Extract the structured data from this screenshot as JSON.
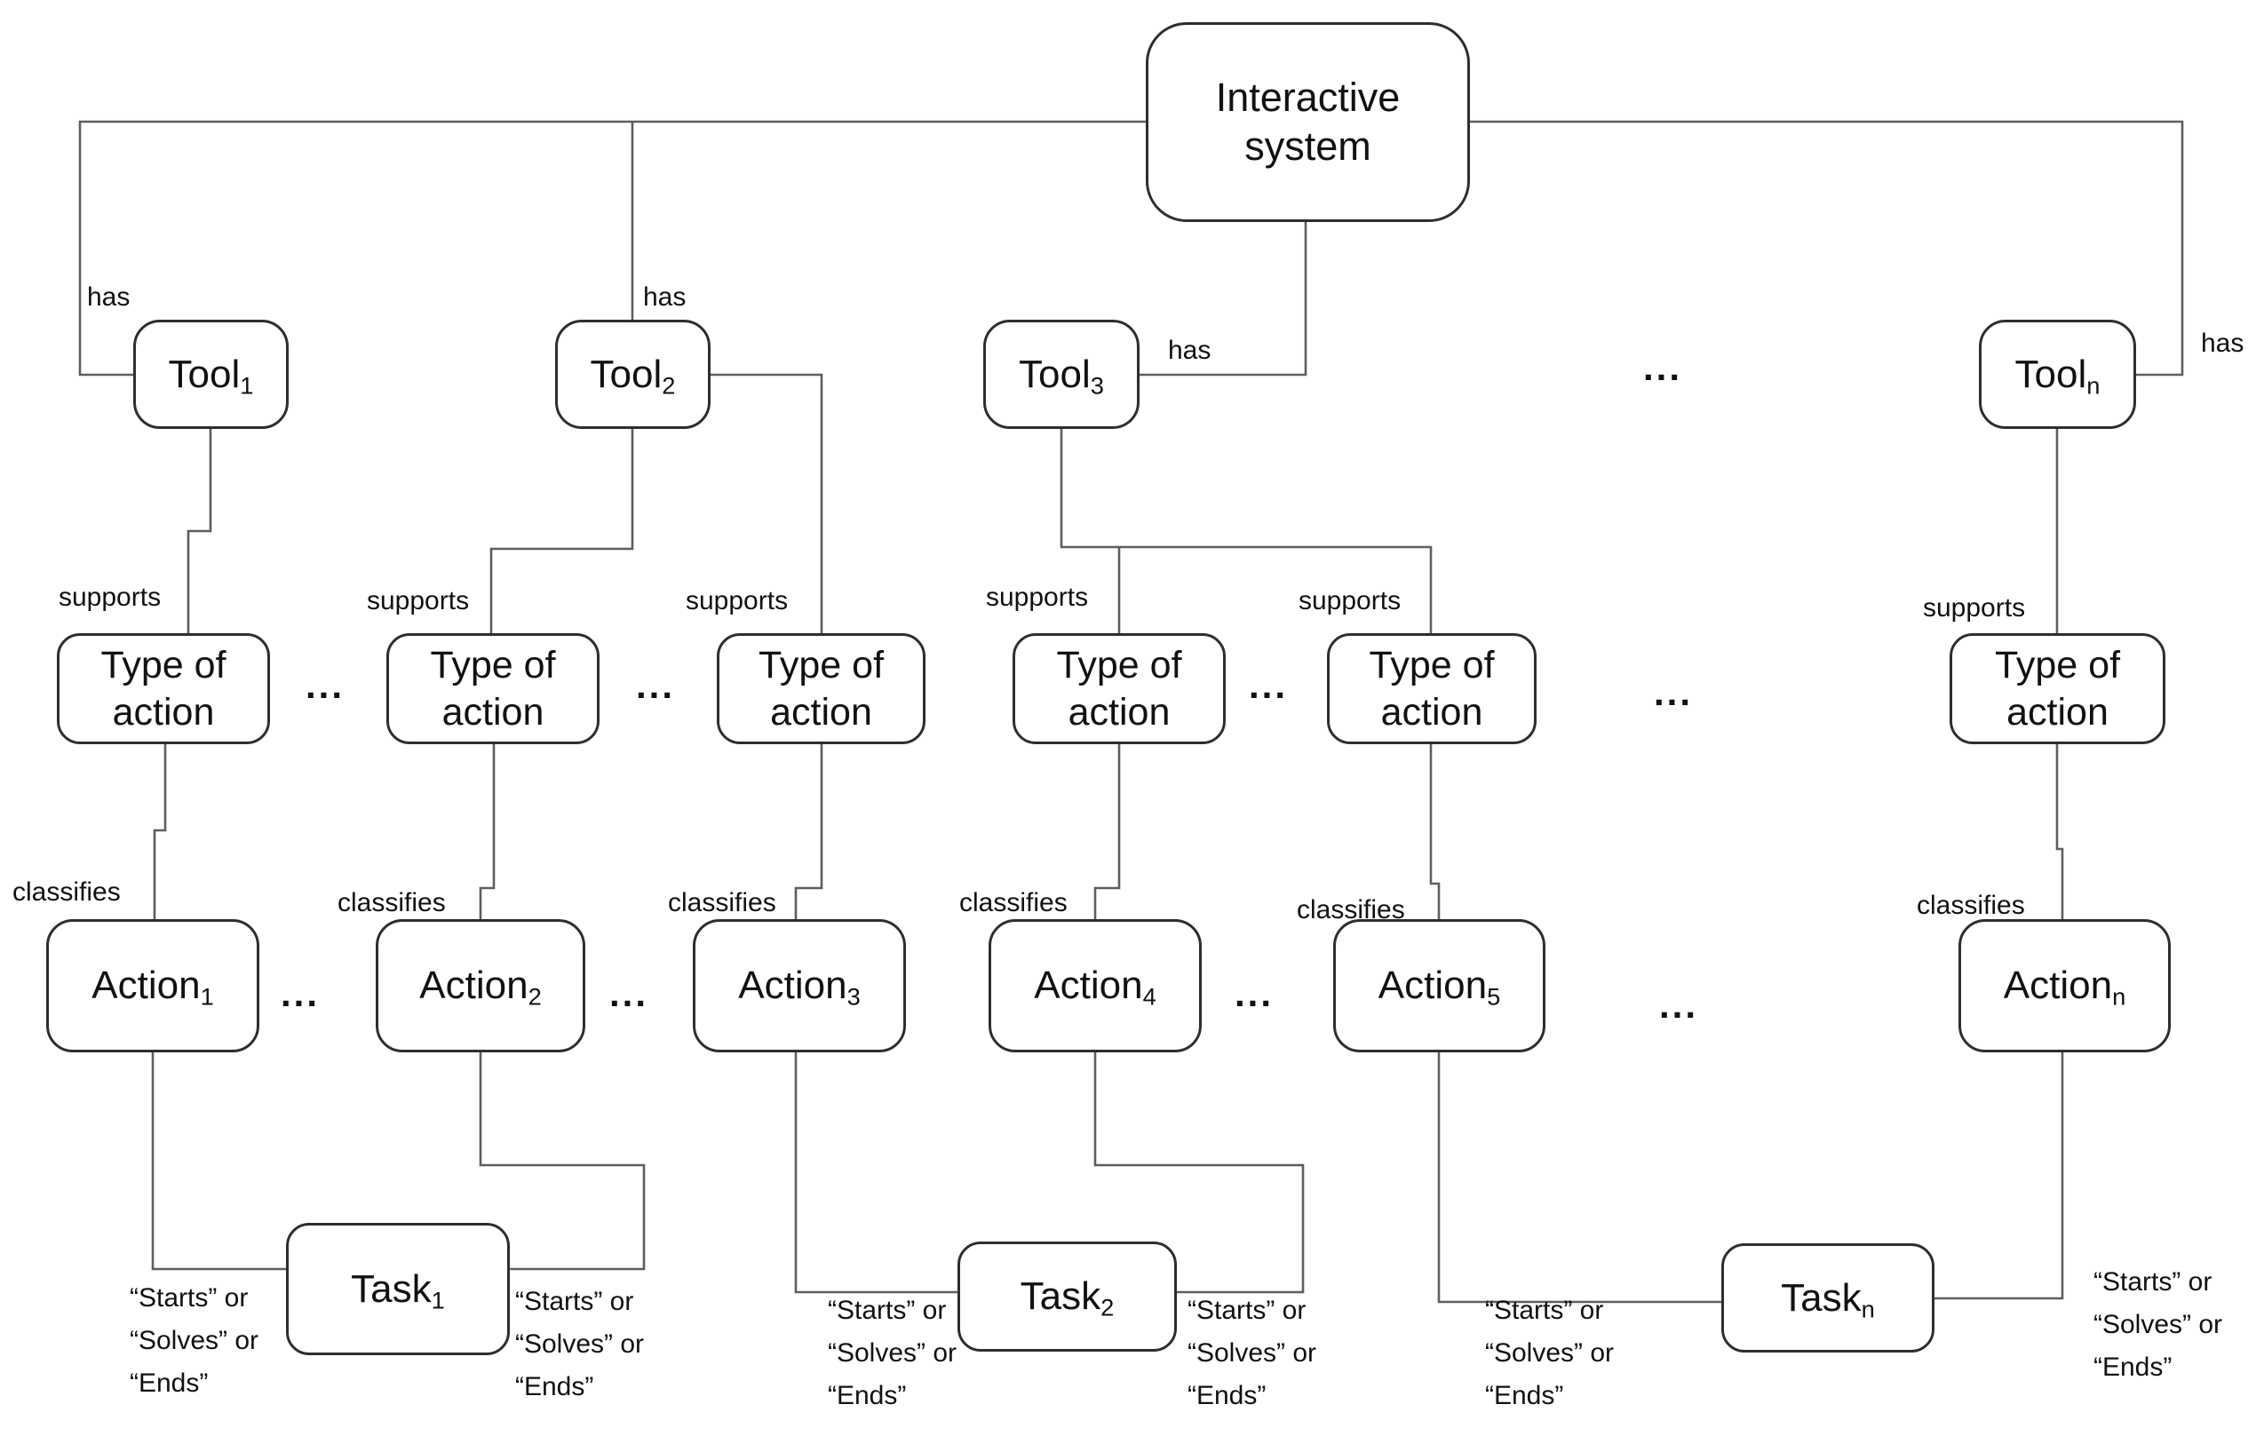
{
  "diagram": {
    "root": {
      "label": "Interactive system"
    },
    "tools": [
      {
        "base": "Tool",
        "sub": "1"
      },
      {
        "base": "Tool",
        "sub": "2"
      },
      {
        "base": "Tool",
        "sub": "3"
      },
      {
        "base": "Tool",
        "sub": "n"
      }
    ],
    "type_of_action_label": "Type of action",
    "actions": [
      {
        "base": "Action",
        "sub": "1"
      },
      {
        "base": "Action",
        "sub": "2"
      },
      {
        "base": "Action",
        "sub": "3"
      },
      {
        "base": "Action",
        "sub": "4"
      },
      {
        "base": "Action",
        "sub": "5"
      },
      {
        "base": "Action",
        "sub": "n"
      }
    ],
    "tasks": [
      {
        "base": "Task",
        "sub": "1"
      },
      {
        "base": "Task",
        "sub": "2"
      },
      {
        "base": "Task",
        "sub": "n"
      }
    ]
  },
  "edge_labels": {
    "has": "has",
    "supports": "supports",
    "classifies": "classifies"
  },
  "quote_label": {
    "line1": "“Starts” or",
    "line2": "“Solves” or",
    "line3": "“Ends”"
  },
  "ellipsis": "...",
  "colors": {
    "background": "#ffffff",
    "box_border": "#2e2e2e",
    "connector": "#5e5e5e",
    "text": "#111111"
  }
}
